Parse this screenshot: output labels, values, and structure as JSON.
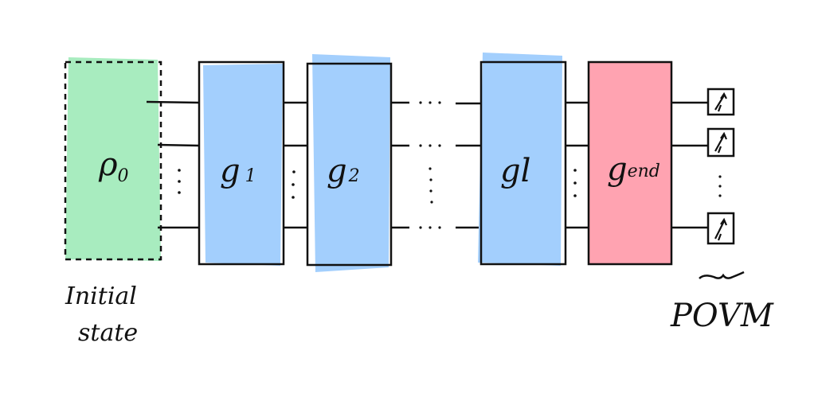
{
  "diagram": {
    "initial_state": {
      "symbol": "ρ",
      "subscript": "0",
      "caption_line1": "Initial",
      "caption_line2": "state",
      "fill": "#a8ecbf"
    },
    "gates": [
      {
        "id": "g1",
        "base": "g",
        "subscript": "1",
        "fill": "#a3cffd"
      },
      {
        "id": "g2",
        "base": "g",
        "subscript": "2",
        "fill": "#a3cffd"
      },
      {
        "id": "gl",
        "base": "g",
        "subscript": "l",
        "fill": "#a3cffd"
      },
      {
        "id": "gend",
        "base": "g",
        "subscript": "end",
        "fill": "#ffa3b1"
      }
    ],
    "measurement": {
      "label": "POVM",
      "count_visible": 3
    },
    "colors": {
      "line": "#111111",
      "gate_stroke": "#111111"
    }
  }
}
